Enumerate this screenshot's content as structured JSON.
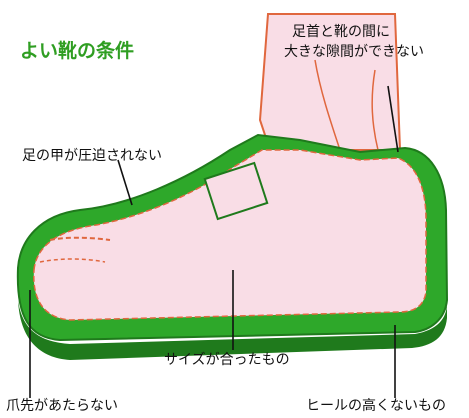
{
  "title": "よい靴の条件",
  "colors": {
    "shoe_green": "#2ea82a",
    "shoe_green_dark": "#1f7a1c",
    "skin_pink": "#f9dde6",
    "outline_orange": "#e0673e",
    "title_green": "#2f9e22"
  },
  "labels": {
    "ankle_gap_line1": "足首と靴の間に",
    "ankle_gap_line2": "大きな隙間ができない",
    "instep": "足の甲が圧迫されない",
    "size": "サイズが合ったもの",
    "toes": "爪先があたらない",
    "heel": "ヒールの高くないもの"
  }
}
